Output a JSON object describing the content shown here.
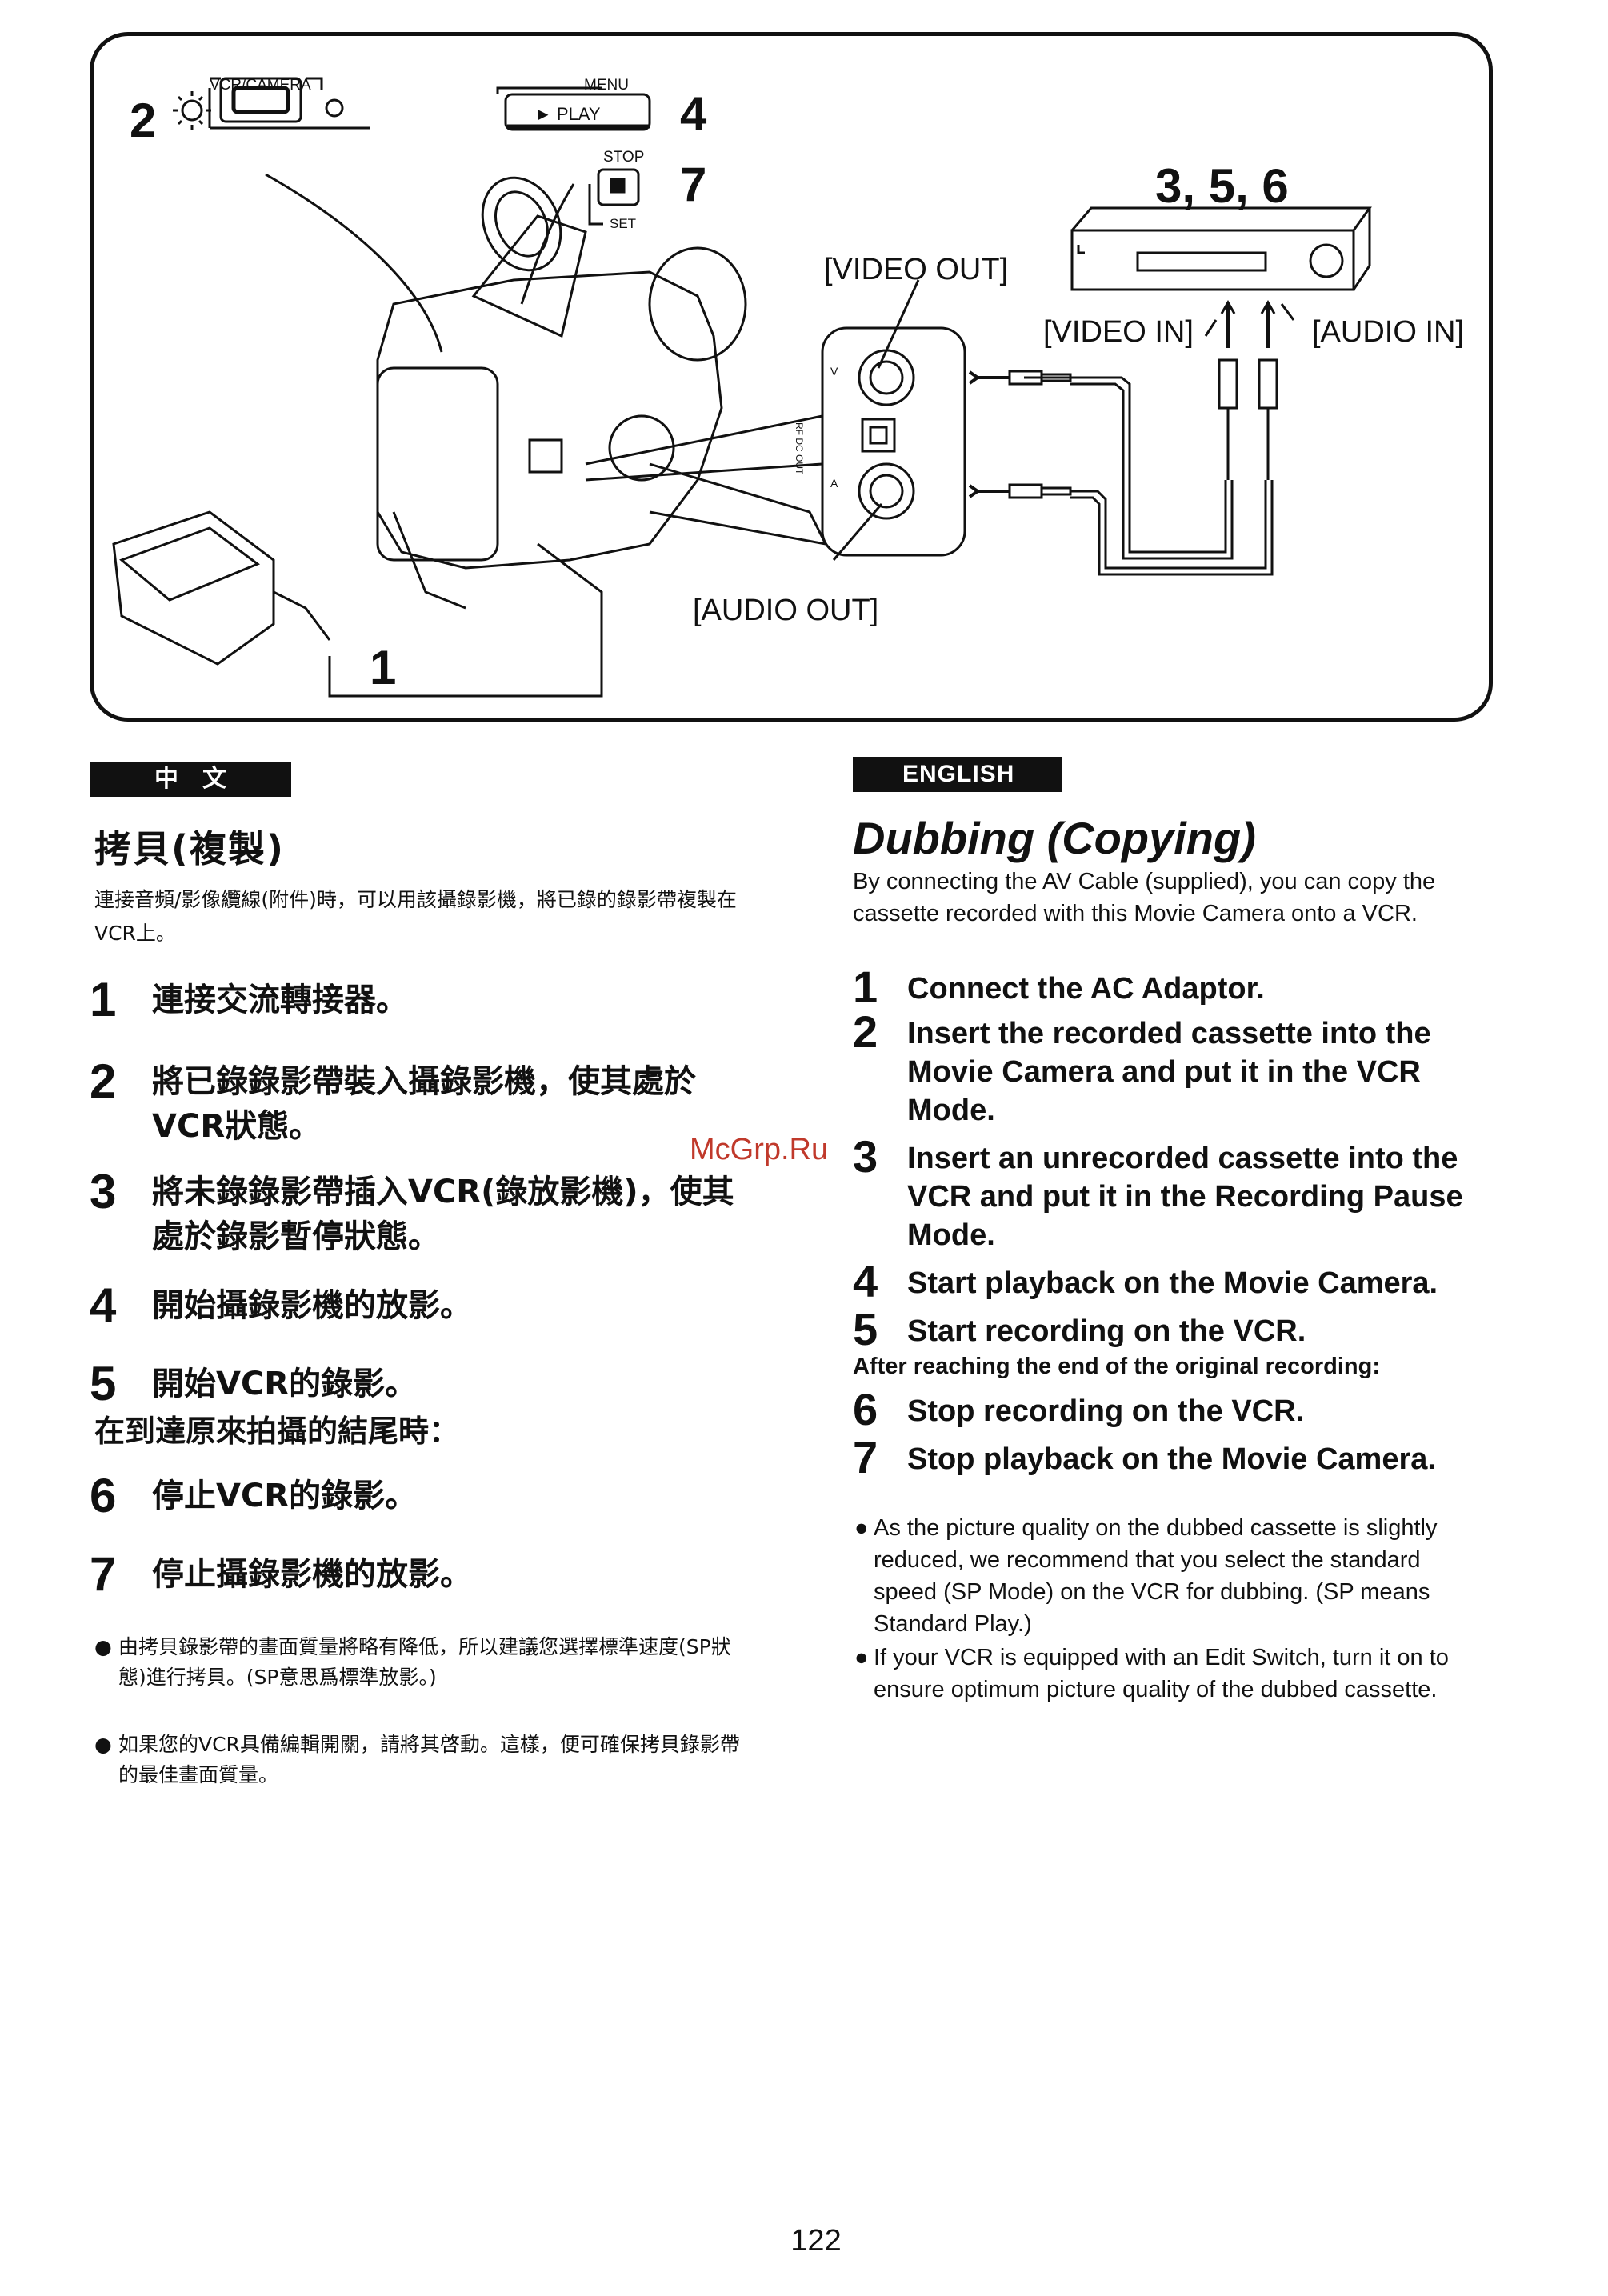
{
  "diagram": {
    "vcr_camera_label": "VCR/CAMERA",
    "menu_label": "MENU",
    "play_label": "► PLAY",
    "stop_label": "STOP",
    "set_label": "SET",
    "num_2": "2",
    "num_4": "4",
    "num_7": "7",
    "num_356": "3, 5, 6",
    "num_1": "1",
    "video_out": "[VIDEO OUT]",
    "video_in": "[VIDEO IN]",
    "audio_in": "[AUDIO IN]",
    "audio_out": "[AUDIO OUT]",
    "jack_v": "V",
    "jack_a": "A",
    "jack_dc": "RF DC OUT"
  },
  "chinese": {
    "lang_label": "中文",
    "title": "拷貝(複製)",
    "intro": "連接音頻/影像纜線(附件)時，可以用該攝錄影機，將已錄的錄影帶複製在VCR上。",
    "steps": [
      {
        "num": "1",
        "text": "連接交流轉接器。"
      },
      {
        "num": "2",
        "text": "將已錄錄影帶裝入攝錄影機，使其處於VCR狀態。"
      },
      {
        "num": "3",
        "text": "將未錄錄影帶插入VCR(錄放影機)，使其處於錄影暫停狀態。"
      },
      {
        "num": "4",
        "text": "開始攝錄影機的放影。"
      },
      {
        "num": "5",
        "text": "開始VCR的錄影。"
      },
      {
        "num": "6",
        "text": "停止VCR的錄影。"
      },
      {
        "num": "7",
        "text": "停止攝錄影機的放影。"
      }
    ],
    "after_end": "在到達原來拍攝的結尾時：",
    "notes": [
      {
        "bullet": "●",
        "text": "由拷貝錄影帶的畫面質量將略有降低，所以建議您選擇標準速度(SP狀態)進行拷貝。(SP意思爲標準放影。)"
      },
      {
        "bullet": "●",
        "text": "如果您的VCR具備編輯開關，請將其啓動。這樣，便可確保拷貝錄影帶的最佳畫面質量。"
      }
    ]
  },
  "english": {
    "lang_label": "ENGLISH",
    "title": "Dubbing (Copying)",
    "intro": "By connecting the AV Cable (supplied), you can copy the cassette recorded with this Movie Camera onto a VCR.",
    "steps": [
      {
        "num": "1",
        "text": "Connect the AC Adaptor."
      },
      {
        "num": "2",
        "text": "Insert the recorded cassette into the Movie Camera and put it in the VCR Mode."
      },
      {
        "num": "3",
        "text": "Insert an unrecorded cassette into the VCR and put it in the Recording Pause Mode."
      },
      {
        "num": "4",
        "text": "Start playback on the Movie Camera."
      },
      {
        "num": "5",
        "text": "Start recording on the VCR."
      },
      {
        "num": "6",
        "text": "Stop recording on the VCR."
      },
      {
        "num": "7",
        "text": "Stop playback on the Movie Camera."
      }
    ],
    "after_end": "After reaching the end of the original recording:",
    "notes": [
      {
        "bullet": "●",
        "text": "As the picture quality on the dubbed cassette is slightly reduced, we recommend that you select the standard speed (SP Mode) on the VCR for dubbing. (SP means Standard Play.)"
      },
      {
        "bullet": "●",
        "text": "If your VCR is equipped with an Edit Switch, turn it on to ensure optimum picture quality of the dubbed cassette."
      }
    ]
  },
  "page_number": "122",
  "watermark": "McGrp.Ru"
}
